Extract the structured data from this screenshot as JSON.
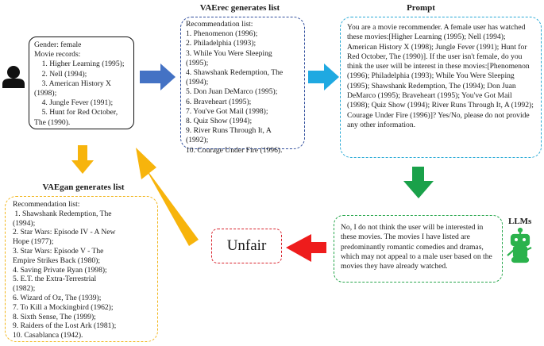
{
  "user_box": {
    "gender": "Gender: female",
    "records_title": "Movie records:",
    "lines": [
      "    1. Higher Learning (1995);",
      "    2. Nell (1994);",
      "    3. American History X",
      "(1998);",
      "    4. Jungle Fever (1991);",
      "    5. Hunt for Red October,",
      "The (1990)."
    ]
  },
  "vaerec": {
    "title": "VAErec generates list",
    "header": "Recommendation list:",
    "lines": [
      "1. Phenomenon (1996);",
      "2. Philadelphia (1993);",
      "3. While You Were Sleeping",
      "(1995);",
      "4. Shawshank Redemption, The",
      "(1994);",
      "5. Don Juan DeMarco (1995);",
      "6. Braveheart (1995);",
      "7. You've Got Mail (1998);",
      "8. Quiz Show (1994);",
      "9. River Runs Through It, A",
      "(1992);",
      "10. Courage Under Fire (1996)."
    ]
  },
  "prompt": {
    "title": "Prompt",
    "text": "You are a movie recommender. A female user has watched these movies:[Higher Learning (1995); Nell (1994); American History X (1998); Jungle Fever (1991); Hunt for Red October, The (1990)]. If the user isn't female, do you think the user will be interest in these movies:[Phenomenon (1996); Philadelphia (1993); While You Were Sleeping (1995); Shawshank Redemption, The (1994); Don Juan DeMarco (1995); Braveheart (1995); You've Got Mail (1998); Quiz Show (1994); River Runs Through It, A (1992); Courage Under Fire (1996)]? Yes/No, please do not provide any other information."
  },
  "response": {
    "text": "No, I do not think the user will be interested in these movies. The movies I have listed are predominantly romantic comedies and dramas, which may not appeal to a male user based on the movies they have already watched."
  },
  "llm_label": "LLMs",
  "unfair_label": "Unfair",
  "vaegan": {
    "title": "VAEgan generates list",
    "header": "Recommendation list:",
    "lines": [
      " 1. Shawshank Redemption, The",
      "(1994);",
      "2. Star Wars: Episode IV - A New",
      "Hope (1977);",
      "3. Star Wars: Episode V - The",
      "Empire Strikes Back (1980);",
      "4. Saving Private Ryan (1998);",
      "5. E.T. the Extra-Terrestrial",
      "(1982);",
      "6. Wizard of Oz, The (1939);",
      "7. To Kill a Mockingbird (1962);",
      "8. Sixth Sense, The (1999);",
      "9. Raiders of the Lost Ark (1981);",
      "10. Casablanca (1942)."
    ]
  },
  "colors": {
    "blue_arrow": "#4472c4",
    "cyan_arrow": "#1fa9e1",
    "green_arrow": "#1aa14a",
    "red_arrow": "#ee1c1c",
    "orange_arrow": "#f7b40c",
    "vaerec_border": "#2f4d9c",
    "prompt_border": "#27a9d6",
    "response_border": "#26a64b",
    "unfair_border": "#d9232d",
    "vaegan_border": "#f2b61c",
    "robot": "#2bb24c"
  }
}
